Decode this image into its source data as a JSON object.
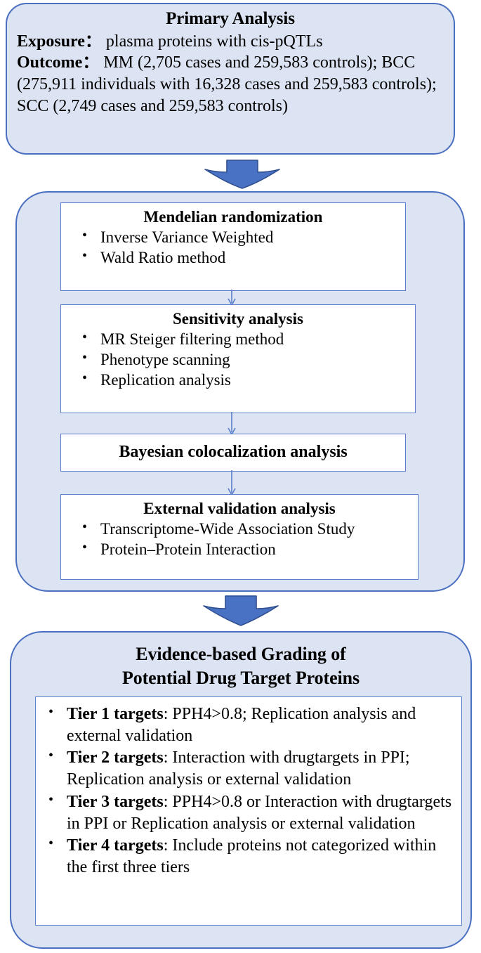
{
  "figure": {
    "type": "flowchart",
    "orientation": "vertical",
    "colors": {
      "panel_fill": "#dce3f2",
      "panel_border": "#4a6fc0",
      "inner_box_fill": "#ffffff",
      "inner_box_border": "#5b7fcb",
      "arrow_fill": "#4a72c4",
      "arrow_border": "#2f4f8f",
      "text": "#000000"
    }
  },
  "primary": {
    "title": "Primary Analysis",
    "exposure_label": "Exposure",
    "exposure_sep": "：",
    "exposure_value": "  plasma proteins with cis-pQTLs",
    "outcome_label": "Outcome",
    "outcome_sep": "：",
    "outcome_value": "   MM (2,705 cases and 259,583 controls); BCC (275,911 individuals with 16,328 cases and 259,583 controls); SCC (2,749 cases and 259,583 controls)"
  },
  "methods": {
    "mendelian": {
      "title": "Mendelian randomization",
      "bullets": [
        "Inverse Variance Weighted",
        "Wald Ratio method"
      ]
    },
    "sensitivity": {
      "title": "Sensitivity analysis",
      "bullets": [
        "MR Steiger filtering method",
        "Phenotype scanning",
        "Replication analysis"
      ]
    },
    "colocalization": {
      "title": "Bayesian colocalization analysis"
    },
    "external": {
      "title": "External validation analysis",
      "bullets": [
        "Transcriptome-Wide Association Study",
        "Protein–Protein Interaction"
      ]
    }
  },
  "grading": {
    "title_line1": "Evidence-based Grading of",
    "title_line2": "Potential Drug Target Proteins",
    "tiers": [
      {
        "label": "Tier 1 targets",
        "text": ": PPH4>0.8;  Replication analysis and external validation"
      },
      {
        "label": "Tier 2 targets",
        "text": ":  Interaction with drugtargets in PPI; Replication analysis or external validation"
      },
      {
        "label": "Tier 3 targets",
        "text": ":  PPH4>0.8 or Interaction with drugtargets in PPI or Replication analysis or external validation"
      },
      {
        "label": "Tier 4 targets",
        "text": ": Include proteins not categorized within the first three tiers"
      }
    ]
  },
  "connectors": {
    "big_arrow_1": "down-block-arrow",
    "big_arrow_2": "down-block-arrow",
    "thin_arrow_1": "down-arrow",
    "thin_arrow_2": "down-arrow",
    "thin_arrow_3": "down-arrow"
  }
}
